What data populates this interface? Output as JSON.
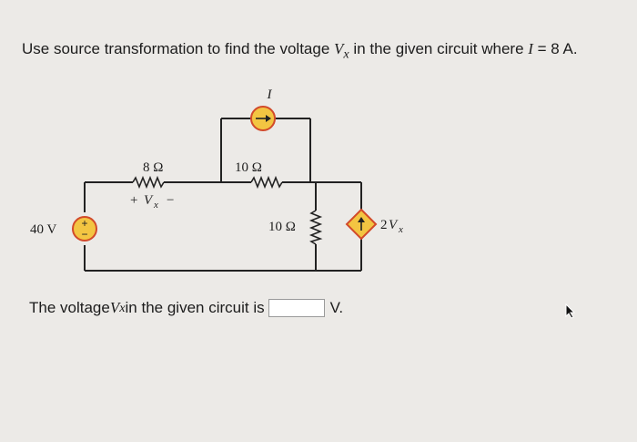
{
  "question": {
    "prefix": "Use source transformation to find the voltage ",
    "var_main": "V",
    "var_sub": "x",
    "middle": " in the given circuit where ",
    "current_var": "I",
    "suffix": " = 8 A."
  },
  "circuit": {
    "source_voltage": "40 V",
    "resistor_left": "8 Ω",
    "resistor_top": "10 Ω",
    "resistor_right": "10 Ω",
    "current_source_label": "I",
    "vx_plus": "+",
    "vx_var": "V",
    "vx_sub": "x",
    "vx_minus": "−",
    "dependent_coef": "2",
    "dependent_var": "V",
    "dependent_sub": "x",
    "source_plus": "+",
    "source_minus": "−"
  },
  "answer": {
    "prefix": "The voltage ",
    "var_main": "V",
    "var_sub": "x",
    "middle": " in the given circuit is",
    "value": "",
    "unit": "V."
  },
  "colors": {
    "background": "#eceae7",
    "wire": "#222222",
    "source_fill": "#f3c542",
    "source_stroke": "#d24a2a"
  }
}
